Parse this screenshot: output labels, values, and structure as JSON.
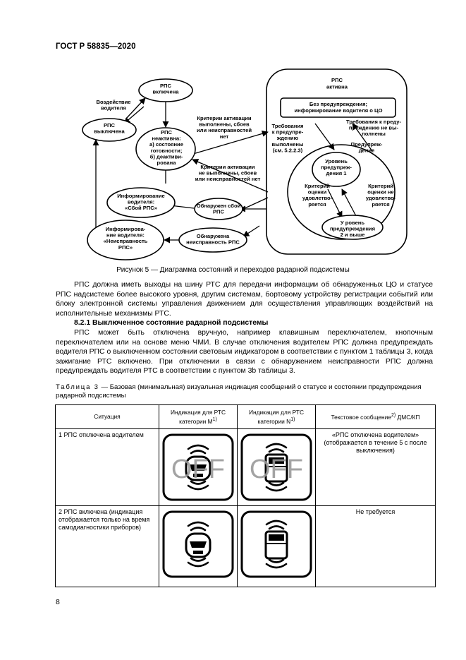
{
  "header": {
    "code": "ГОСТ Р 58835—2020"
  },
  "diagram": {
    "states": {
      "on": [
        "РПС",
        "включена"
      ],
      "off": [
        "РПС",
        "выключена"
      ],
      "inactive": [
        "РПС",
        "неактивна:",
        "а) состояние",
        "готовности;",
        "б) деактиви-",
        "рована"
      ],
      "active": [
        "РПС",
        "активна"
      ],
      "no_warning": [
        "Без предупреждения;",
        "информирование водителя о ЦО"
      ],
      "level1": [
        "Уровень",
        "предупреж-",
        "дения 1"
      ],
      "level2": [
        "У ровень",
        "предупреждения",
        "2 и выше"
      ],
      "fault_detected": [
        "Обнаружен сбой",
        "РПС"
      ],
      "malfunction_detected": [
        "Обнаружена",
        "неисправность РПС"
      ],
      "inform_fault": [
        "Информирование",
        "водителя:",
        "«Сбой РПС»"
      ],
      "inform_malfunction": [
        "Информирова-",
        "ние водителя:",
        "«Неисправность",
        "РПС»"
      ]
    },
    "labels": {
      "driver_action": [
        "Воздействие",
        "водителя"
      ],
      "criteria_met": [
        "Критерии активации",
        "выполнены, сбоев",
        "или неисправностей",
        "нет"
      ],
      "criteria_not_met": [
        "Критерии активации",
        "не выполнены, сбоев",
        "или неисправностей нет"
      ],
      "req_met": [
        "Требования",
        "к предупре-",
        "ждению",
        "выполнены",
        "(см. 5.2.2.3)"
      ],
      "req_not_met": [
        "Требования к преду-",
        "преждению не вы-",
        "полнены"
      ],
      "warning": [
        "Предупреж-",
        "дение"
      ],
      "criterion_ok": [
        "Критерий",
        "оценки",
        "удовлетво-",
        "ряется"
      ],
      "criterion_not_ok": [
        "Критерий",
        "оценки не",
        "удовлетво-",
        "ряется"
      ]
    }
  },
  "figure_caption": "Рисунок 5 — Диаграмма состояний и переходов радарной подсистемы",
  "paragraph1": "РПС должна иметь выходы на шину РТС для передачи информации об обнаруженных ЦО и статусе РПС надсистеме более высокого уровня, другим системам, бортовому устройству регистрации событий или блоку электронной системы управления движением для осуществления управляющих воздействий на исполнительные механизмы РТС.",
  "section_heading": "8.2.1 Выключенное состояние радарной подсистемы",
  "paragraph2": "РПС может быть отключена вручную, например клавишным переключателем, кнопочным переключателем или на основе меню ЧМИ. В случае отключения водителем РПС должна предупреждать водителя РПС о выключенном состоянии световым индикатором в соответствии с пунктом 1 таблицы 3, когда зажигание РТС включено. При отключении в связи с обнаружением неисправности РПС должна предупреждать водителя РТС в соответствии с пунктом 3b таблицы 3.",
  "table_caption": {
    "label": "Таблица 3",
    "text": " — Базовая (минимальная) визуальная индикация сообщений о статусе и состоянии предупреждения радарной подсистемы"
  },
  "table": {
    "headers": {
      "situation": "Ситуация",
      "cat_m": "Индикация для РТС категории M",
      "cat_m_sup": "1)",
      "cat_n": "Индикация для РТС категории N",
      "cat_n_sup": "1)",
      "text_msg": "Текстовое сообщение",
      "text_msg_sup": "2)",
      "text_msg_tail": " ДМС/КП"
    },
    "rows": [
      {
        "situation": "1 РПС отключена водителем",
        "overlay": "OFF",
        "message": "«РПС отключена водителем» (отображается в течение 5 с после выключения)"
      },
      {
        "situation": "2 РПС включена (индикация отображается только на время самодиагностики приборов)",
        "message": "Не требуется"
      }
    ]
  },
  "page_number": "8"
}
